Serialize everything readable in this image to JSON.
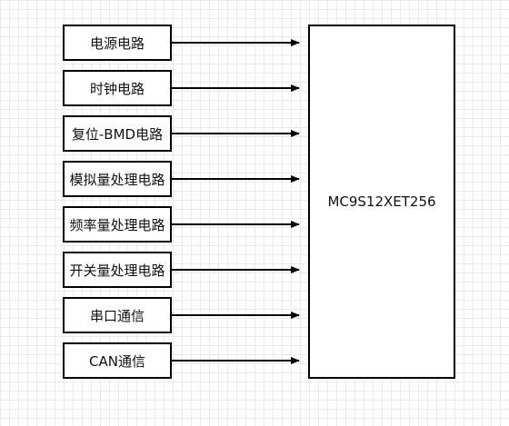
{
  "diagram": {
    "inputs": [
      {
        "label": "电源电路"
      },
      {
        "label": "时钟电路"
      },
      {
        "label": "复位-BMD电路"
      },
      {
        "label": "模拟量处理电路"
      },
      {
        "label": "频率量处理电路"
      },
      {
        "label": "开关量处理电路"
      },
      {
        "label": "串口通信"
      },
      {
        "label": "CAN通信"
      }
    ],
    "controller": {
      "label": "MC9S12XET256"
    },
    "edge_color": "#000000"
  }
}
